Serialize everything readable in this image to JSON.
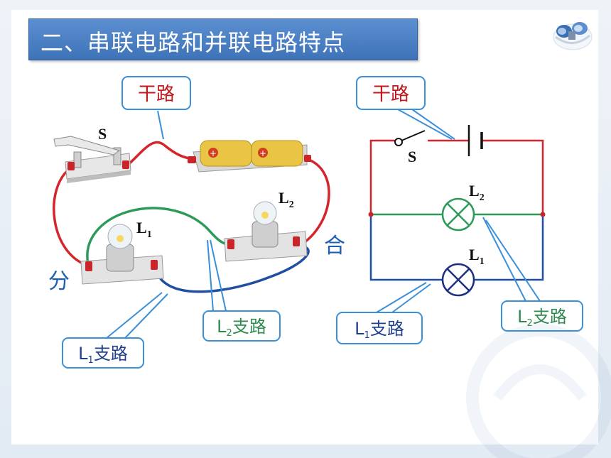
{
  "title": "二、串联电路和并联电路特点",
  "left_circuit": {
    "switch_label": "S",
    "lamp1_label": "L",
    "lamp1_sub": "1",
    "lamp2_label": "L",
    "lamp2_sub": "2",
    "main_callout": "干路",
    "split_text": "分",
    "merge_text": "合",
    "branch1_label": "L",
    "branch1_sub": "1",
    "branch1_suffix": "支路",
    "branch2_label": "L",
    "branch2_sub": "2",
    "branch2_suffix": "支路"
  },
  "right_circuit": {
    "main_callout": "干路",
    "switch_label": "S",
    "lamp2_label": "L",
    "lamp2_sub": "2",
    "lamp1_label": "L",
    "lamp1_sub": "1",
    "branch1_label": "L",
    "branch1_sub": "1",
    "branch1_suffix": "支路",
    "branch2_label": "L",
    "branch2_sub": "2",
    "branch2_suffix": "支路"
  },
  "colors": {
    "main_wire": "#d4252c",
    "branch_l2": "#2e9a5a",
    "branch_l1": "#1f4fa0",
    "callout_border": "#3a8fd8",
    "title_bg": "#4a7fc3"
  }
}
